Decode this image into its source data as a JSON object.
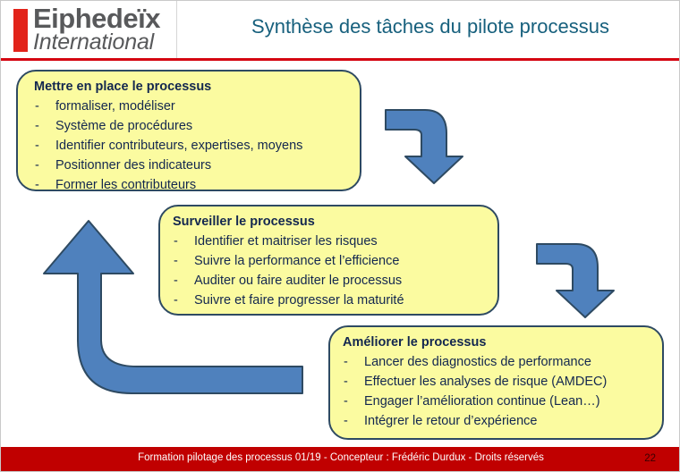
{
  "header": {
    "logo": {
      "line1": "Eiphedeïx",
      "line2": "International",
      "bar_color": "#e2231a",
      "text_color": "#58595b"
    },
    "title": "Synthèse des tâches du pilote processus",
    "title_color": "#17607d",
    "rule_color": "#d40511"
  },
  "diagram": {
    "box_fill": "#fbfba0",
    "box_border": "#2e4a62",
    "box_text_color": "#13274f",
    "arrow_fill": "#4f81bd",
    "arrow_stroke": "#2e4a62",
    "boxes": [
      {
        "id": "mettre-en-place",
        "title": "Mettre en place le processus",
        "items": [
          "formaliser, modéliser",
          "Système de procédures",
          "Identifier contributeurs, expertises, moyens",
          "Positionner des indicateurs",
          "Former les contributeurs"
        ]
      },
      {
        "id": "surveiller",
        "title": "Surveiller le processus",
        "items": [
          "Identifier et maitriser les risques",
          "Suivre la performance et l’efficience",
          "Auditer ou faire auditer le processus",
          "Suivre et faire progresser la maturité"
        ]
      },
      {
        "id": "ameliorer",
        "title": "Améliorer le processus",
        "items": [
          "Lancer des diagnostics de performance",
          "Effectuer les analyses de risque (AMDEC)",
          "Engager l’amélioration continue (Lean…)",
          "Intégrer le retour d’expérience"
        ]
      }
    ],
    "bullet_dash": "-",
    "arrows": [
      {
        "id": "bent-arrow-1",
        "direction": "right-then-down"
      },
      {
        "id": "bent-arrow-2",
        "direction": "right-then-down"
      },
      {
        "id": "return-arrow",
        "direction": "left-then-up"
      }
    ]
  },
  "footer": {
    "text": "Formation pilotage des processus  01/19  - Concepteur :  Frédéric Durdux - Droits réservés",
    "page_number": "22",
    "background": "#c00000"
  }
}
